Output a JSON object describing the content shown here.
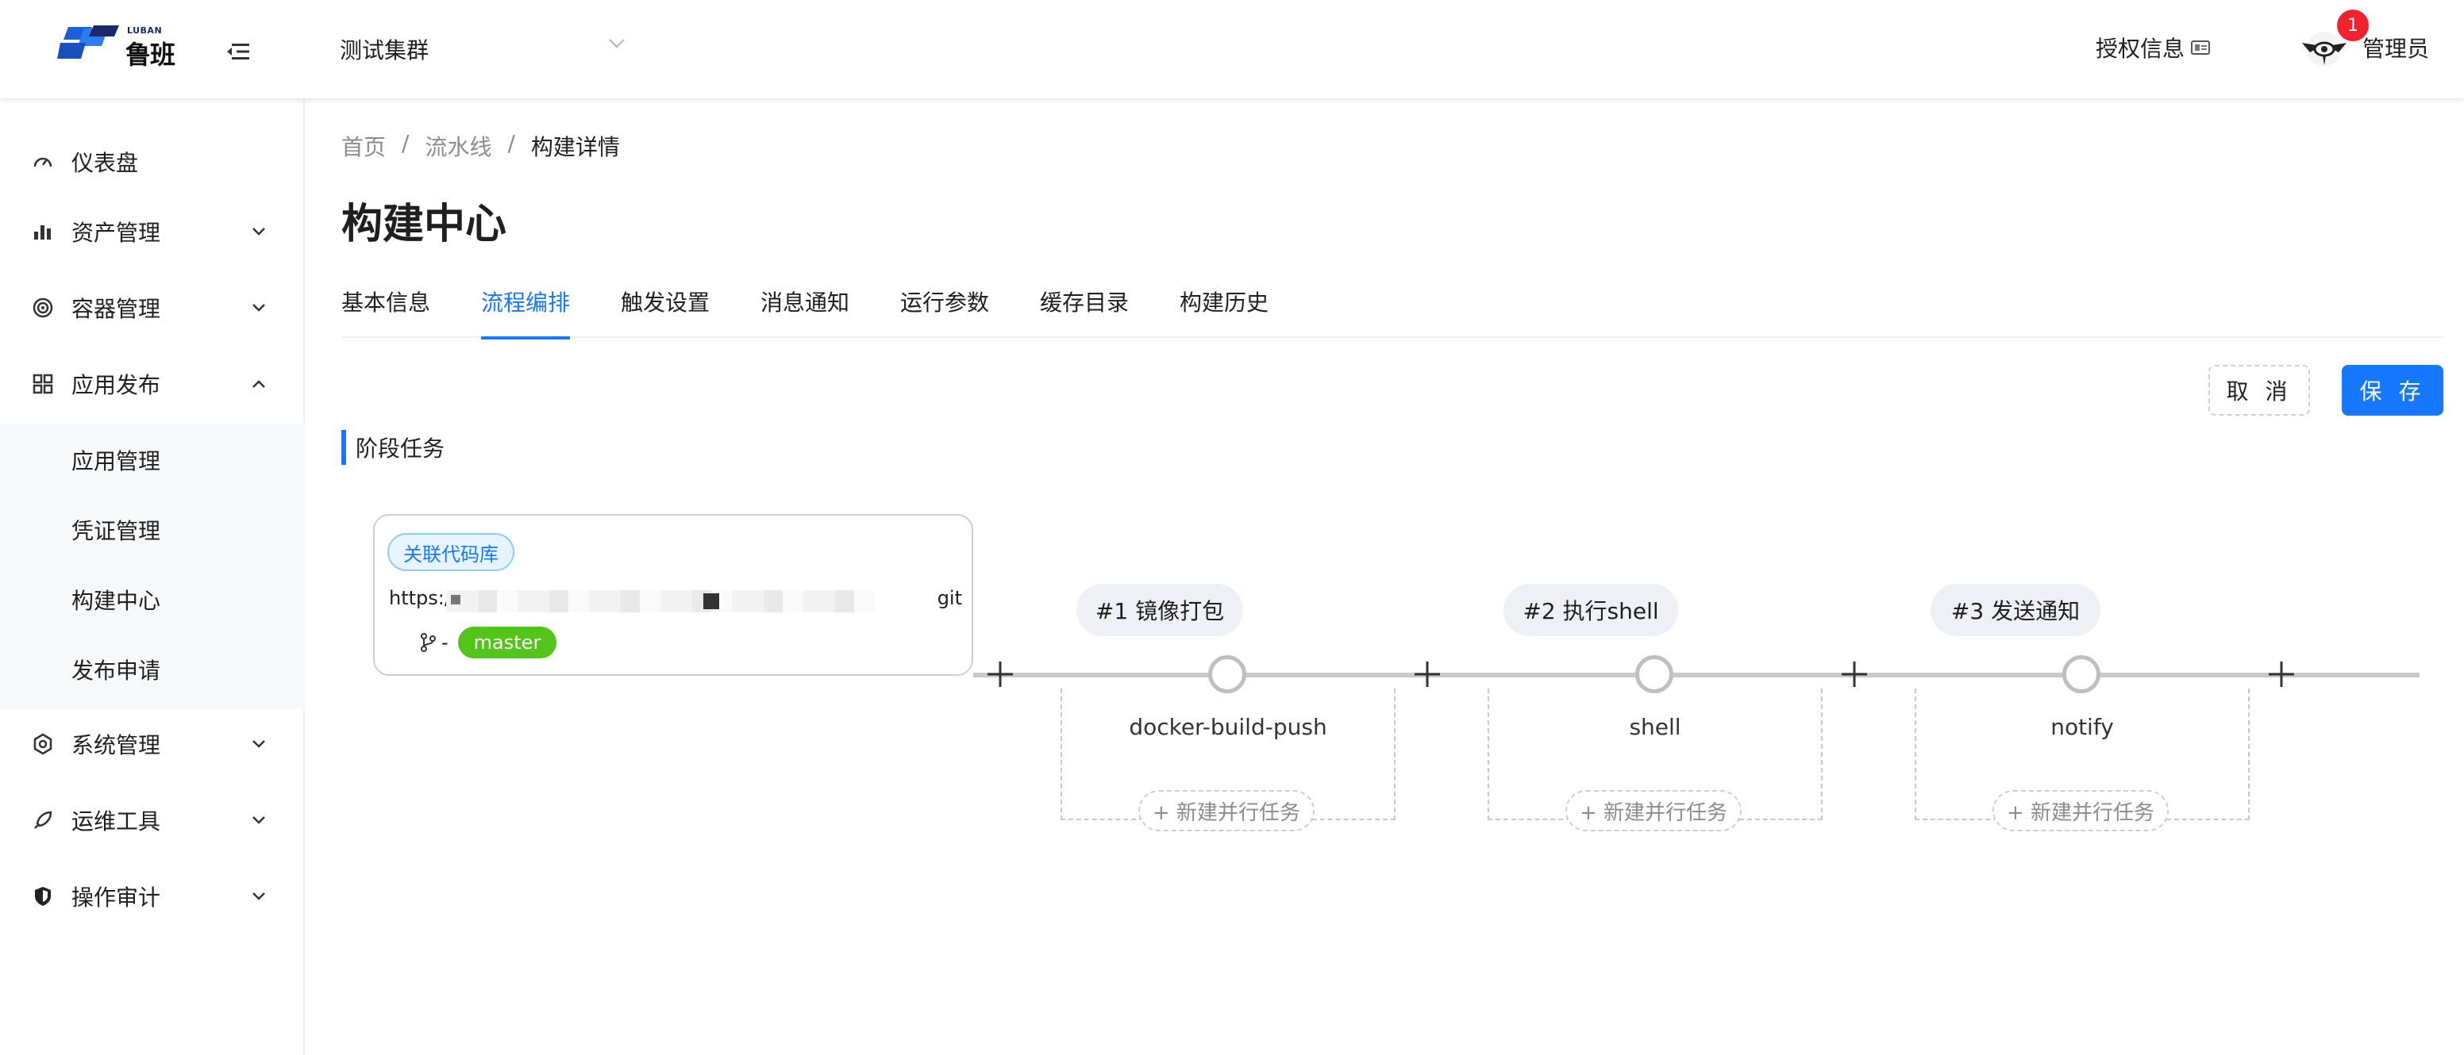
{
  "app": {
    "logo_text_en": "LUBAN",
    "logo_text_cn": "鲁班",
    "cluster": "测试集群",
    "license_label": "授权信息",
    "notification_count": "1",
    "user_name": "管理员"
  },
  "sidebar": {
    "items": [
      {
        "label": "仪表盘",
        "icon": "dashboard-icon"
      },
      {
        "label": "资产管理",
        "icon": "bar-chart-icon"
      },
      {
        "label": "容器管理",
        "icon": "target-icon"
      },
      {
        "label": "应用发布",
        "icon": "appstore-icon"
      },
      {
        "label": "系统管理",
        "icon": "gear-icon"
      },
      {
        "label": "运维工具",
        "icon": "rocket-icon"
      },
      {
        "label": "操作审计",
        "icon": "shield-icon"
      }
    ],
    "sub_items": [
      "应用管理",
      "凭证管理",
      "构建中心",
      "发布申请"
    ]
  },
  "breadcrumb": [
    "首页",
    "流水线",
    "构建详情"
  ],
  "page_title": "构建中心",
  "tabs": [
    "基本信息",
    "流程编排",
    "触发设置",
    "消息通知",
    "运行参数",
    "缓存目录",
    "构建历史"
  ],
  "active_tab": "流程编排",
  "actions": {
    "cancel": "取 消",
    "save": "保 存"
  },
  "section_title": "阶段任务",
  "repo": {
    "tag": "关联代码库",
    "url_prefix": "https:/",
    "url_suffix": "git",
    "branch_prefix": "-",
    "branch": "master"
  },
  "stages": [
    {
      "title": "#1 镜像打包",
      "task": "docker-build-push",
      "add_parallel": "+ 新建并行任务"
    },
    {
      "title": "#2 执行shell",
      "task": "shell",
      "add_parallel": "+ 新建并行任务"
    },
    {
      "title": "#3 发送通知",
      "task": "notify",
      "add_parallel": "+ 新建并行任务"
    }
  ],
  "colors": {
    "primary": "#1677ff",
    "branch": "#52c41a",
    "badge": "#f5222d"
  }
}
